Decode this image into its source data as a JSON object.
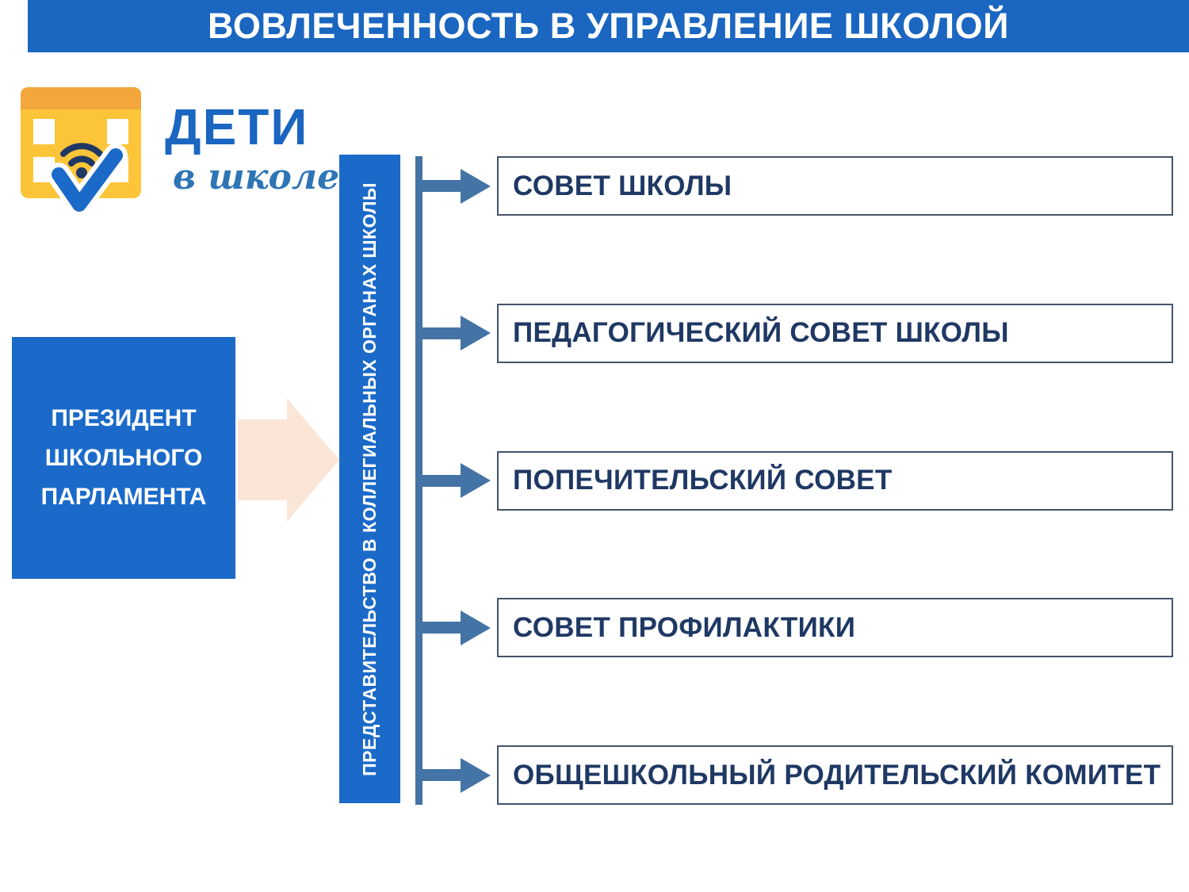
{
  "slide": {
    "title": "ВОВЛЕЧЕННОСТЬ В УПРАВЛЕНИЕ ШКОЛОЙ"
  },
  "logo": {
    "title": "ДЕТИ",
    "subtitle": "в школе",
    "icon": "school-building-with-wifi-and-checkmark-icon"
  },
  "president": {
    "label": "ПРЕЗИДЕНТ ШКОЛЬНОГО ПАРЛАМЕНТА"
  },
  "representation_bar": {
    "label": "ПРЕДСТАВИТЕЛЬСТВО В КОЛЛЕГИАЛЬНЫХ ОРГАНАХ ШКОЛЫ"
  },
  "bodies": [
    {
      "label": "СОВЕТ ШКОЛЫ"
    },
    {
      "label": "ПЕДАГОГИЧЕСКИЙ СОВЕТ ШКОЛЫ"
    },
    {
      "label": "ПОПЕЧИТЕЛЬСКИЙ СОВЕТ"
    },
    {
      "label": "СОВЕТ ПРОФИЛАКТИКИ"
    },
    {
      "label": "ОБЩЕШКОЛЬНЫЙ РОДИТЕЛЬСКИЙ КОМИТЕТ"
    }
  ],
  "colors": {
    "banner_blue": "#1A66C0",
    "president_fill": "#1B6AC9",
    "rep_bar_fill": "#1B6AC9",
    "connector_blue": "#4473A5",
    "box_border": "#44546A",
    "box_text": "#1F3864",
    "flow_arrow_peach": "#FBE5D6",
    "logo_yellow": "#FCC438",
    "logo_orange": "#F2A63B",
    "logo_check_blue": "#1B6AC9",
    "logo_text_blue": "#1A66C0"
  }
}
